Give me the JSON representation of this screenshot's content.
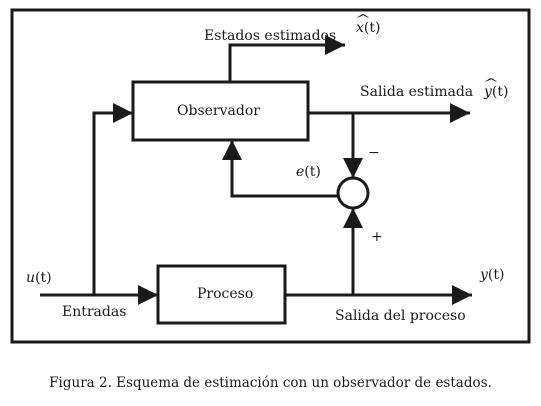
{
  "blocks": {
    "observer": "Observador",
    "process": "Proceso"
  },
  "signals": {
    "estimated_states": "Estados estimados",
    "estimated_states_symbol": "x",
    "estimated_output": "Salida estimada",
    "estimated_output_symbol": "y",
    "error_symbol": "e",
    "input_symbol": "u",
    "inputs": "Entradas",
    "output_symbol": "y",
    "process_output": "Salida del proceso",
    "time_arg": "(t)"
  },
  "junction": {
    "minus_sign": "−",
    "plus_sign": "+"
  },
  "caption": "Figura 2. Esquema de estimación con un observador de estados."
}
